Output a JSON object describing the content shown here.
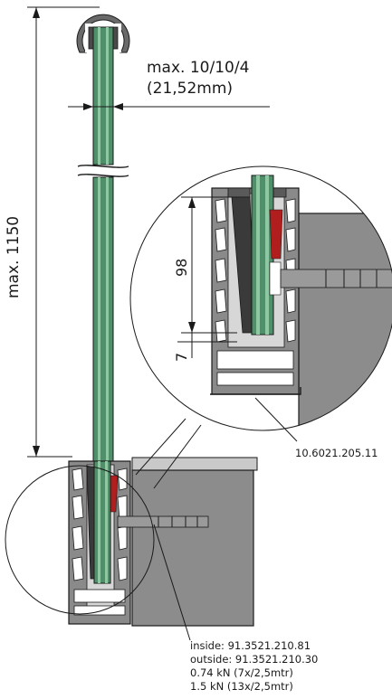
{
  "labels": {
    "max_height": "max. 1150",
    "glass_thickness": "max. 10/10/4",
    "glass_thickness_mm": "(21,52mm)",
    "dim_98": "98",
    "dim_7": "7",
    "profile_code": "10.6021.205.11",
    "anchor_inside": "inside: 91.3521.210.81",
    "anchor_outside": "outside: 91.3521.210.30",
    "load_1": "0.74 kN (7x/2,5mtr)",
    "load_2": "1.5 kN (13x/2,5mtr)"
  },
  "colors": {
    "glass": "#4f8f6a",
    "glass_light": "#8fc7a2",
    "profile": "#8a8a8a",
    "wedge": "#3a3a3a",
    "gasket_red": "#b01e1e",
    "wall": "#8c8c8c",
    "slab": "#c9c9c9"
  }
}
